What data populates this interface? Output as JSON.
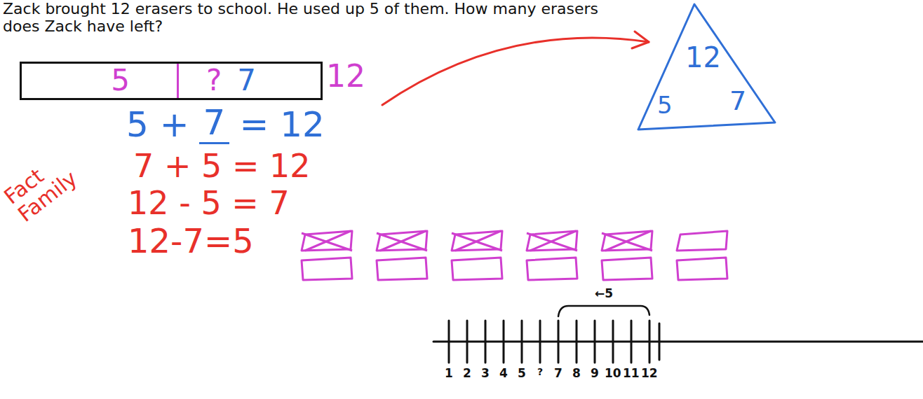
{
  "diagram": {
    "nodes": [
      {
        "text": [
          "12"
        ]
      },
      {
        "text": [
          "5"
        ],
        "in": 0
      },
      {
        "text": [
          "?",
          "7"
        ],
        "in": 0
      },
      {
        "text": [
          "12",
          "5",
          "7"
        ]
      }
    ],
    "labels": [
      "Zack brought 12 erasers to school. He used up 5 of them. How many erasers does Zack have left?",
      "5 +",
      "7",
      "= 12",
      "Fact Family",
      "7 + 5 = 12",
      "12 - 5 = 7",
      "12-7=5",
      "←5",
      "1",
      "2",
      "3",
      "4",
      "5",
      "?",
      "7",
      "8",
      "9",
      "10",
      "11",
      "12"
    ]
  }
}
